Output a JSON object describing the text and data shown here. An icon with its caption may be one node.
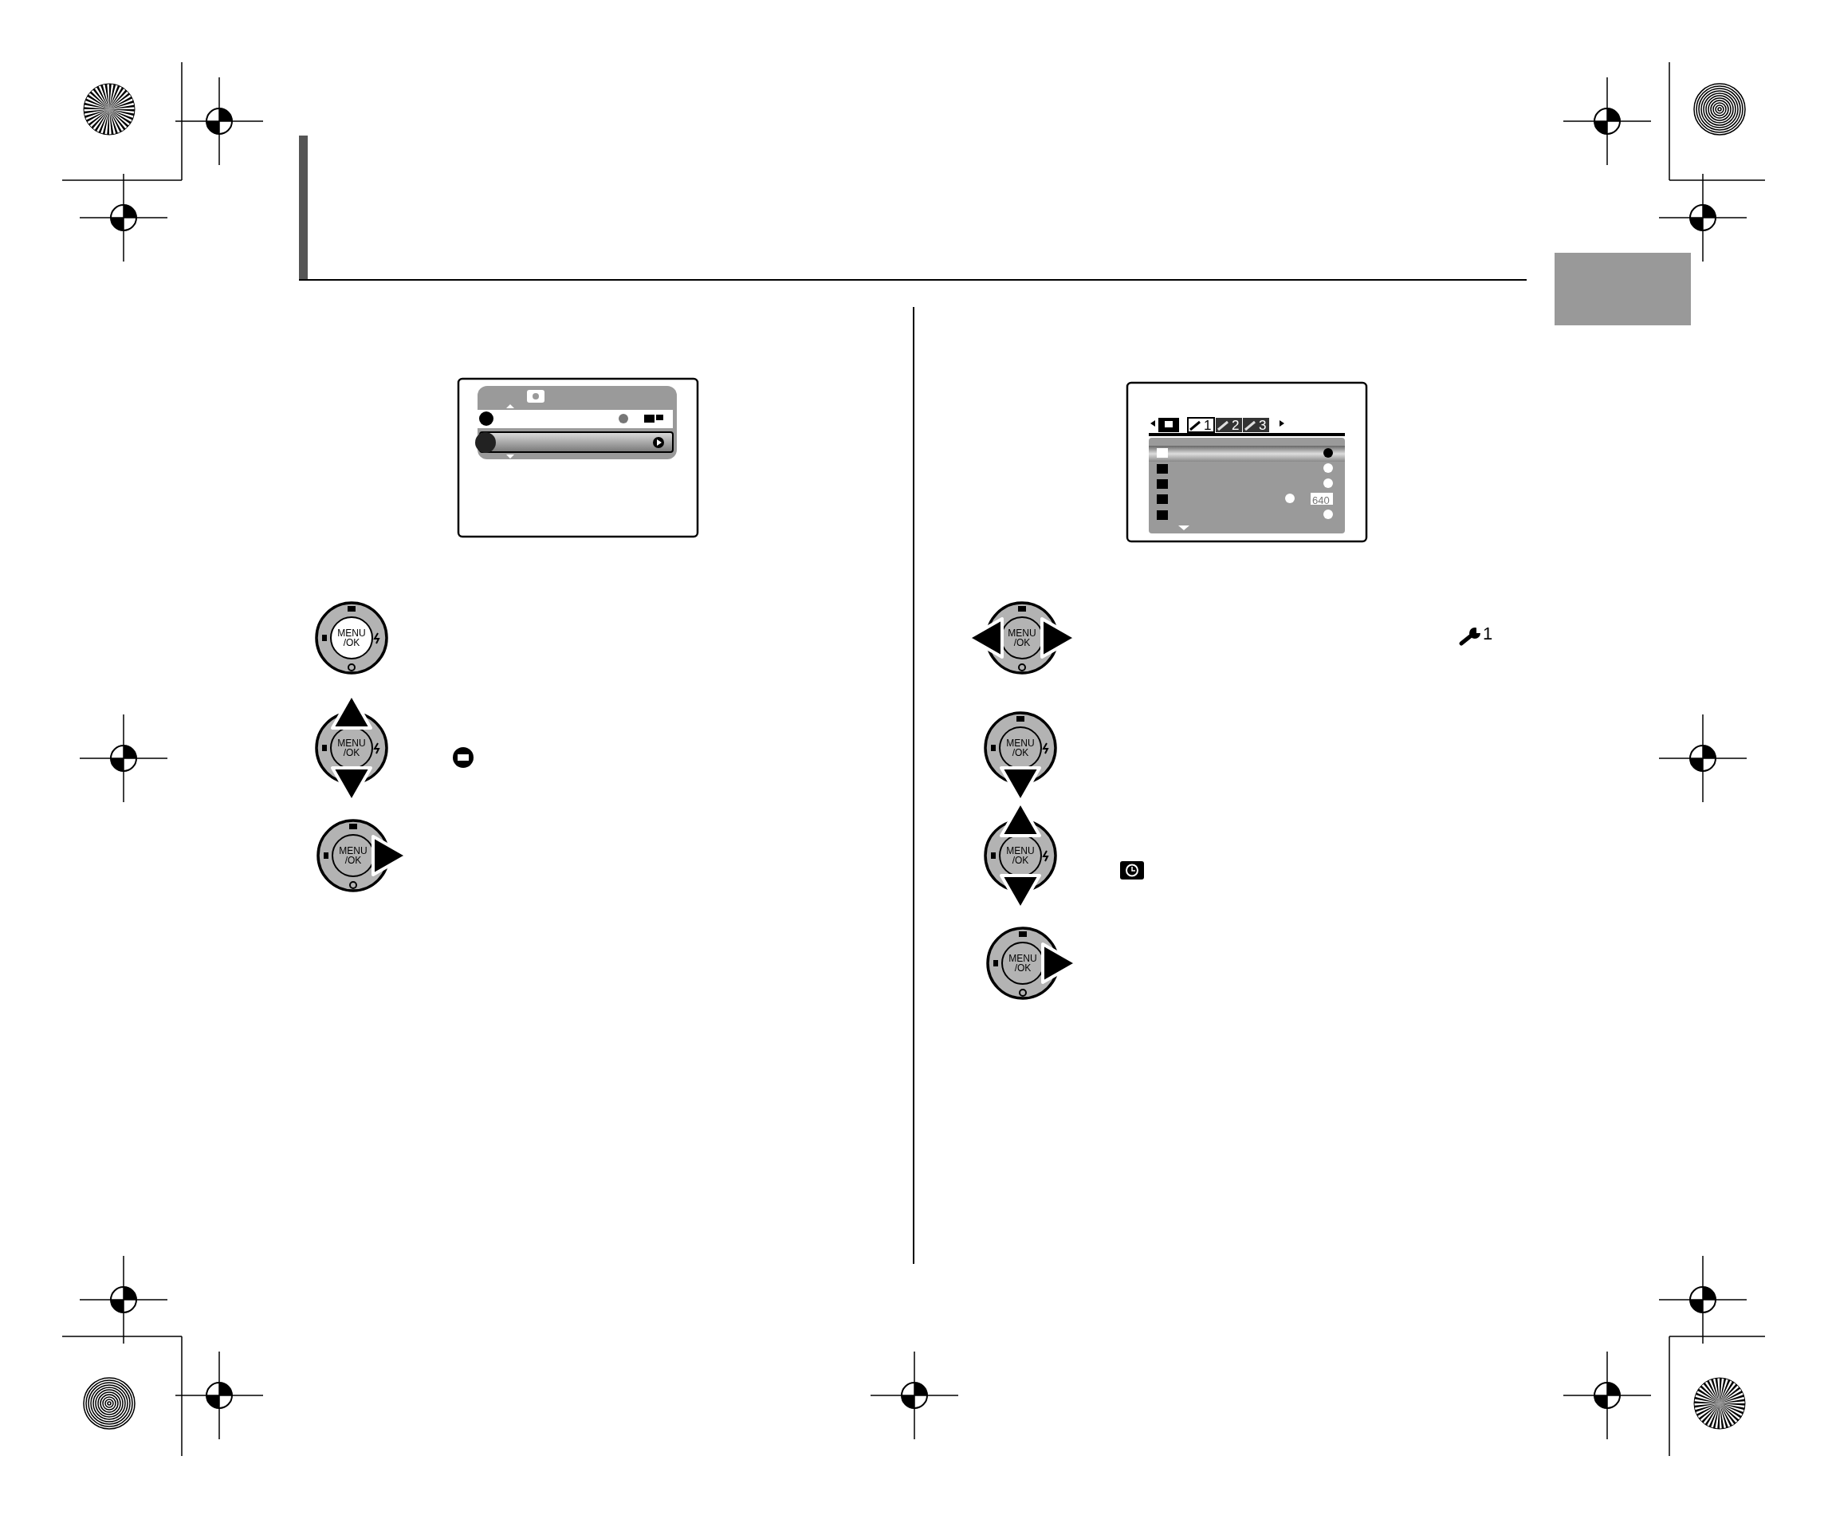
{
  "diagram": {
    "labels": [
      "MENU /OK",
      "MENU /OK",
      "MENU /OK",
      "1",
      "2",
      "3",
      "640",
      "MENU /OK",
      "1",
      "MENU /OK",
      "MENU /OK",
      "MENU /OK"
    ]
  }
}
